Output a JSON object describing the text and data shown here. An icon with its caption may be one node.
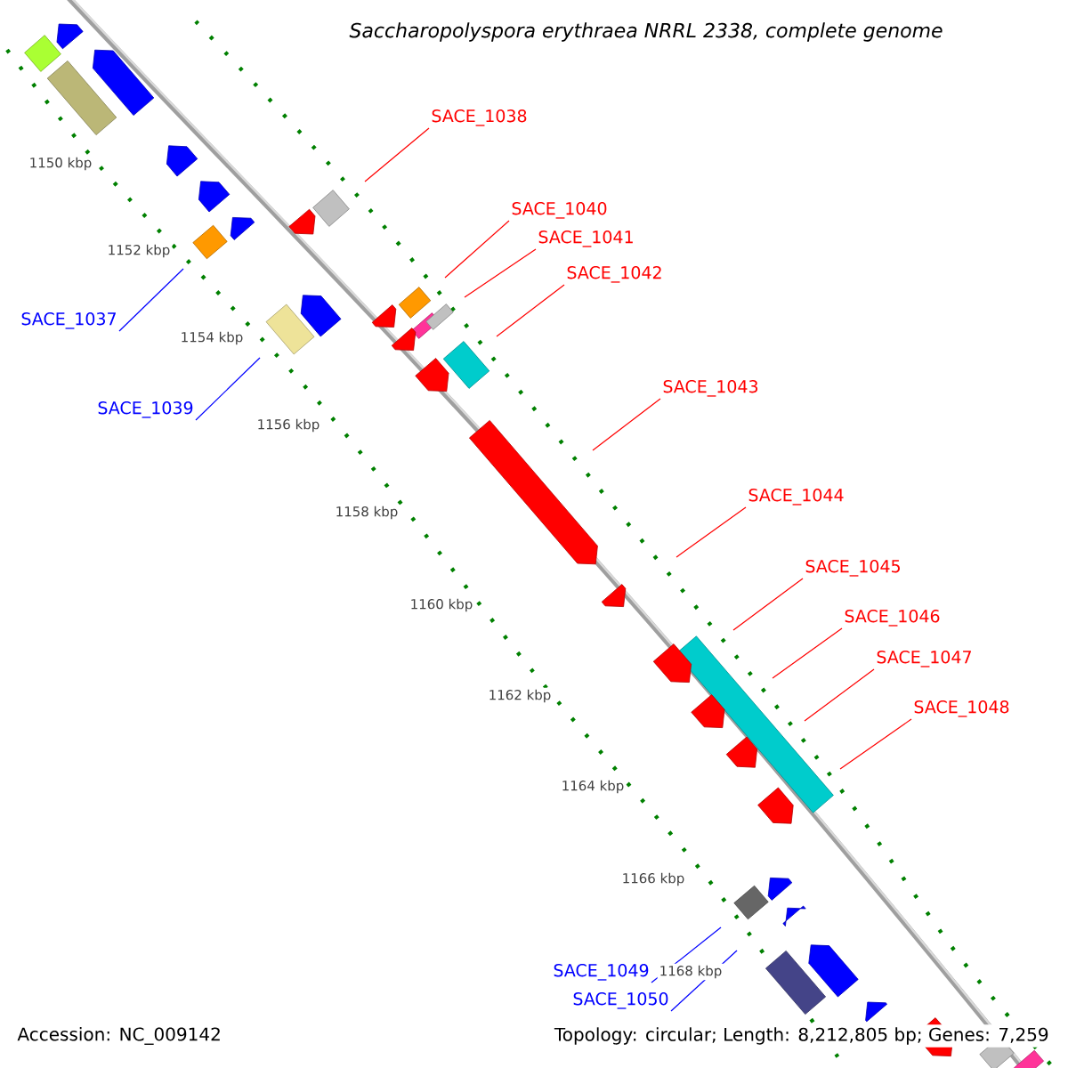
{
  "diagram": {
    "title": "*Saccharopolyspora erythraea* NRRL 2338, complete genome",
    "nodes": [
      {
        "text": [
          "SACE_1038"
        ]
      },
      {
        "text": [
          "SACE_1040"
        ]
      },
      {
        "text": [
          "SACE_1041"
        ]
      },
      {
        "text": [
          "SACE_1042"
        ]
      },
      {
        "text": [
          "SACE_1037"
        ]
      },
      {
        "text": [
          "SACE_1043"
        ]
      },
      {
        "text": [
          "SACE_1039"
        ]
      },
      {
        "text": [
          "SACE_1044"
        ]
      },
      {
        "text": [
          "SACE_1045"
        ]
      },
      {
        "text": [
          "SACE_1046"
        ]
      },
      {
        "text": [
          "SACE_1047"
        ]
      },
      {
        "text": [
          "SACE_1048"
        ]
      },
      {
        "text": [
          "SACE_1049"
        ]
      },
      {
        "text": [
          "SACE_1050"
        ]
      }
    ],
    "edges": [
      {
        "from": 0,
        "to": null,
        "arrow": "none"
      },
      {
        "from": 1,
        "to": null,
        "arrow": "none"
      },
      {
        "from": 2,
        "to": null,
        "arrow": "none"
      },
      {
        "from": 3,
        "to": null,
        "arrow": "none"
      },
      {
        "from": 4,
        "to": null,
        "arrow": "none",
        "color": "#0000ff"
      },
      {
        "from": 5,
        "to": null,
        "arrow": "none"
      },
      {
        "from": 6,
        "to": null,
        "arrow": "none",
        "color": "#0000ff"
      },
      {
        "from": 7,
        "to": null,
        "arrow": "none"
      },
      {
        "from": 8,
        "to": null,
        "arrow": "none"
      },
      {
        "from": 9,
        "to": null,
        "arrow": "none"
      },
      {
        "from": 10,
        "to": null,
        "arrow": "none"
      },
      {
        "from": 11,
        "to": null,
        "arrow": "none"
      },
      {
        "from": 12,
        "to": null,
        "arrow": "none",
        "color": "#0000ff"
      },
      {
        "from": 13,
        "to": null,
        "arrow": "none",
        "color": "#0000ff"
      }
    ],
    "labels": [
      "1150 kbp",
      "1152 kbp",
      "1154 kbp",
      "1156 kbp",
      "1158 kbp",
      "1160 kbp",
      "1162 kbp",
      "1164 kbp",
      "1166 kbp",
      "1168 kbp",
      "Accession: NC_009142",
      "Topology: circular; Length: 8,212,805 bp; Genes: 7,259"
    ]
  }
}
